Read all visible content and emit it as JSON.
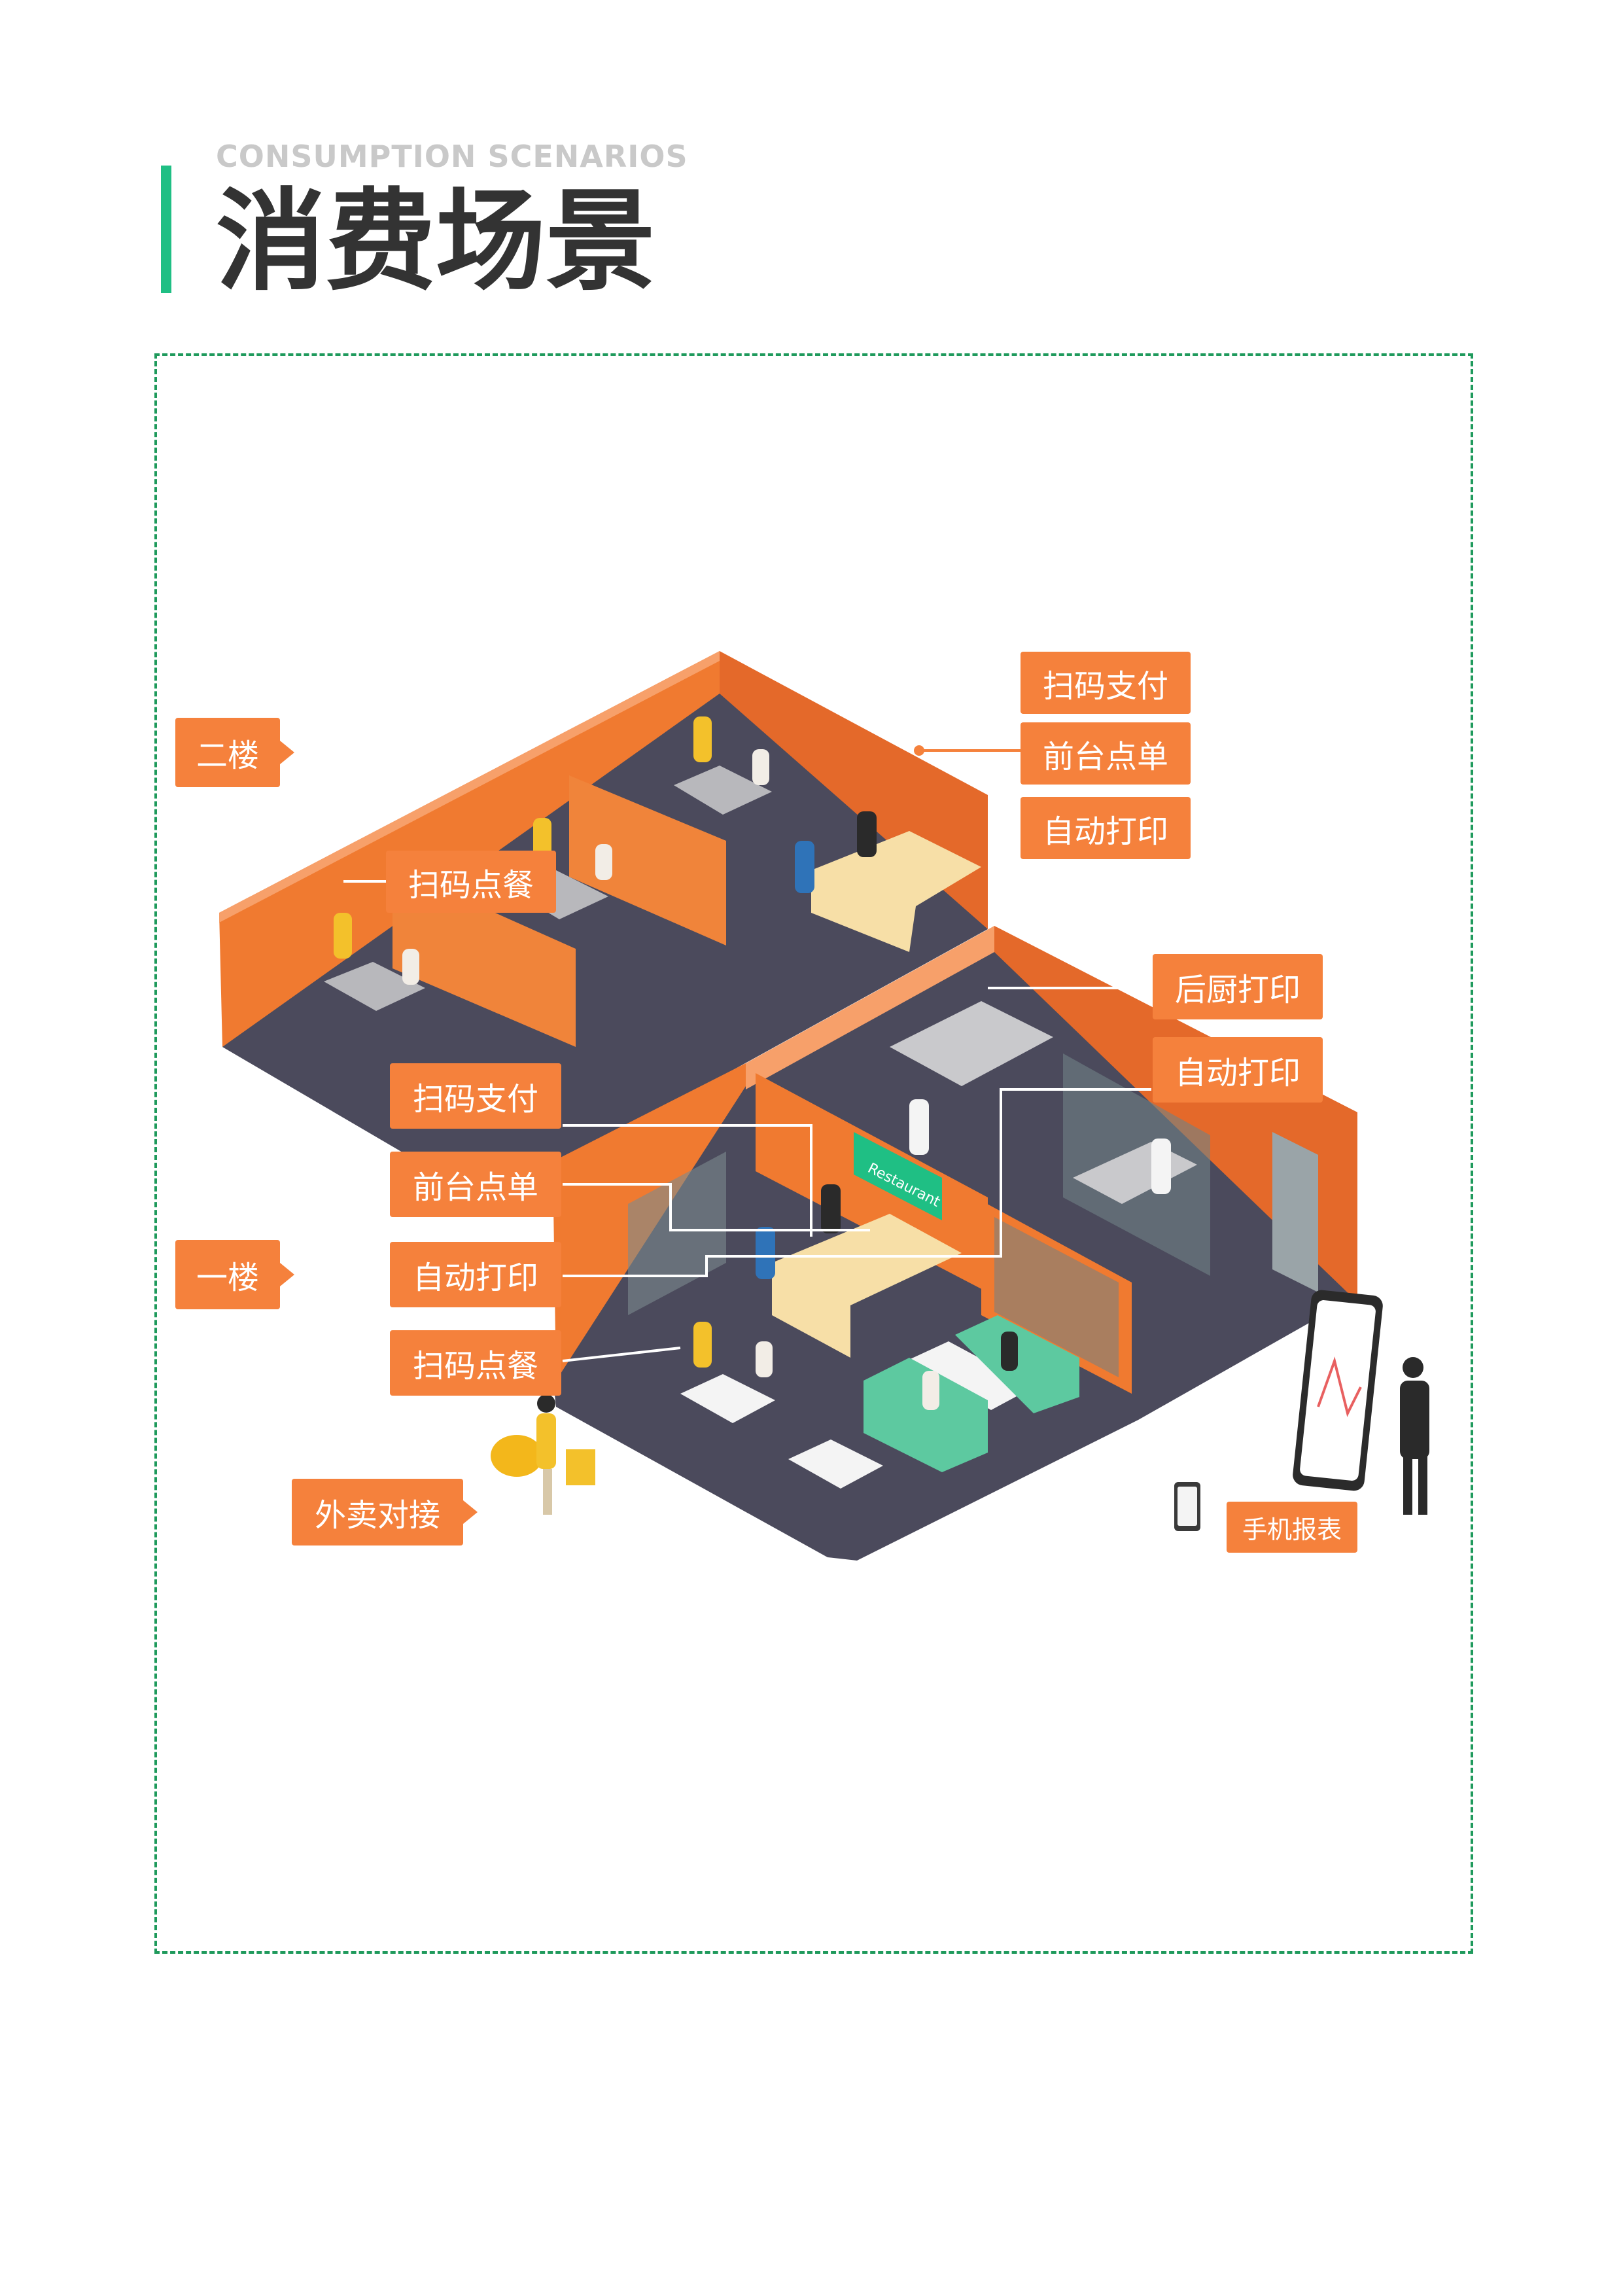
{
  "header": {
    "subtitle_en": "CONSUMPTION SCENARIOS",
    "title_cn": "消费场景"
  },
  "floors": {
    "second": "二楼",
    "first": "一楼"
  },
  "labels": {
    "second_scan_pay": "扫码支付",
    "second_front_order": "前台点单",
    "second_auto_print": "自动打印",
    "second_scan_order": "扫码点餐",
    "kitchen_print": "后厨打印",
    "kitchen_auto_print": "自动打印",
    "first_scan_pay": "扫码支付",
    "first_front_order": "前台点单",
    "first_auto_print": "自动打印",
    "first_scan_order": "扫码点餐",
    "delivery": "外卖对接",
    "mobile_report": "手机报表"
  },
  "scene": {
    "restaurant_sign": "Restaurant"
  },
  "colors": {
    "accent_green": "#1fbf84",
    "label_orange": "#f5813c",
    "wall_orange": "#f07a30",
    "floor_dark": "#4b4a5c",
    "frame_green": "#1f9a5c"
  }
}
